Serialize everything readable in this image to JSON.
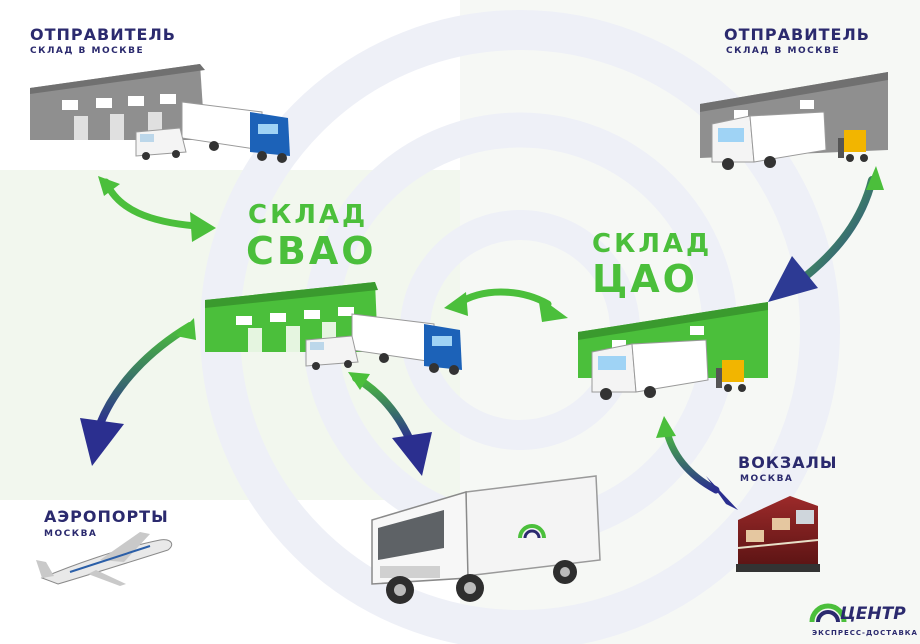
{
  "nodes": {
    "sender_left": {
      "title": "ОТПРАВИТЕЛЬ",
      "subtitle": "СКЛАД В МОСКВЕ"
    },
    "sender_right": {
      "title": "ОТПРАВИТЕЛЬ",
      "subtitle": "СКЛАД В МОСКВЕ"
    },
    "svao": {
      "line1": "СКЛАД",
      "line2": "СВАО"
    },
    "tsao": {
      "line1": "СКЛАД",
      "line2": "ЦАО"
    },
    "airports": {
      "title": "АЭРОПОРТЫ",
      "subtitle": "МОСКВА"
    },
    "stations": {
      "title": "ВОКЗАЛЫ",
      "subtitle": "МОСКВА"
    }
  },
  "logo": {
    "name": "ЦЕНТР",
    "tagline": "ЭКСПРЕСС-ДОСТАВКА"
  },
  "colors": {
    "navy": "#2b2a6e",
    "green": "#4bbf3b",
    "warehouse_grey": "#8a8a8a",
    "truck_blue": "#1c62b8"
  },
  "icons": [
    "warehouse",
    "truck",
    "van",
    "forklift",
    "airplane",
    "train",
    "curved-arrow"
  ]
}
